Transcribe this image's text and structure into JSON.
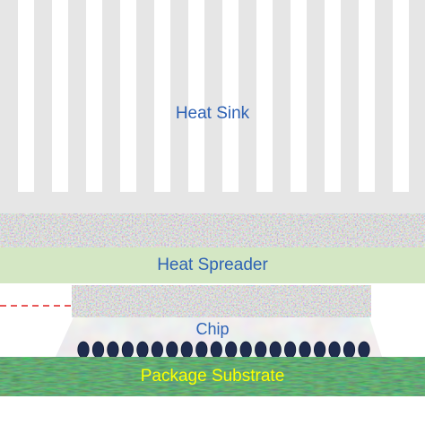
{
  "diagram": {
    "layers": {
      "heat_sink": "Heat Sink",
      "heat_spreader": "Heat Spreader",
      "chip": "Chip",
      "package_substrate": "Package Substrate"
    },
    "fin_count": 13,
    "solder_bump_count": 20,
    "colors": {
      "heat_sink": "#e6e6e6",
      "heat_spreader": "#d4e7c4",
      "tim_texture": "#9a9a9a",
      "chip": "#e9e9e9",
      "substrate": "#1e5a2c",
      "bumps": "#1f2c4e",
      "label_blue": "#2e62b4",
      "label_yellow": "#ffff00",
      "dashed_line": "#e02020"
    }
  }
}
